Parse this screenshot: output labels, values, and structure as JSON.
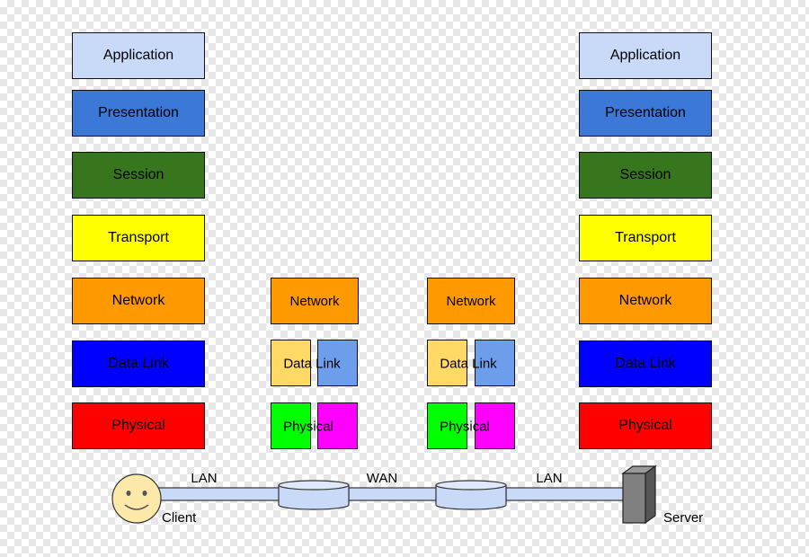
{
  "client_stack": [
    "Application",
    "Presentation",
    "Session",
    "Transport",
    "Network",
    "Data Link",
    "Physical"
  ],
  "server_stack": [
    "Application",
    "Presentation",
    "Session",
    "Transport",
    "Network",
    "Data Link",
    "Physical"
  ],
  "router_1": {
    "network": "Network",
    "data_link": "Data Link",
    "physical": "Physical"
  },
  "router_2": {
    "network": "Network",
    "data_link": "Data Link",
    "physical": "Physical"
  },
  "links": {
    "lan_left": "LAN",
    "wan": "WAN",
    "lan_right": "LAN"
  },
  "devices": {
    "client": "Client",
    "server": "Server"
  },
  "colors": {
    "application": "#c9daf8",
    "presentation": "#3c78d8",
    "session": "#38761d",
    "transport": "#ffff00",
    "network": "#ff9900",
    "data_link": "#0000ff",
    "physical": "#ff0000",
    "router_dl_left": "#ffd966",
    "router_dl_right": "#6d9eeb",
    "router_ph_left": "#00ff00",
    "router_ph_right": "#ff00ff"
  }
}
